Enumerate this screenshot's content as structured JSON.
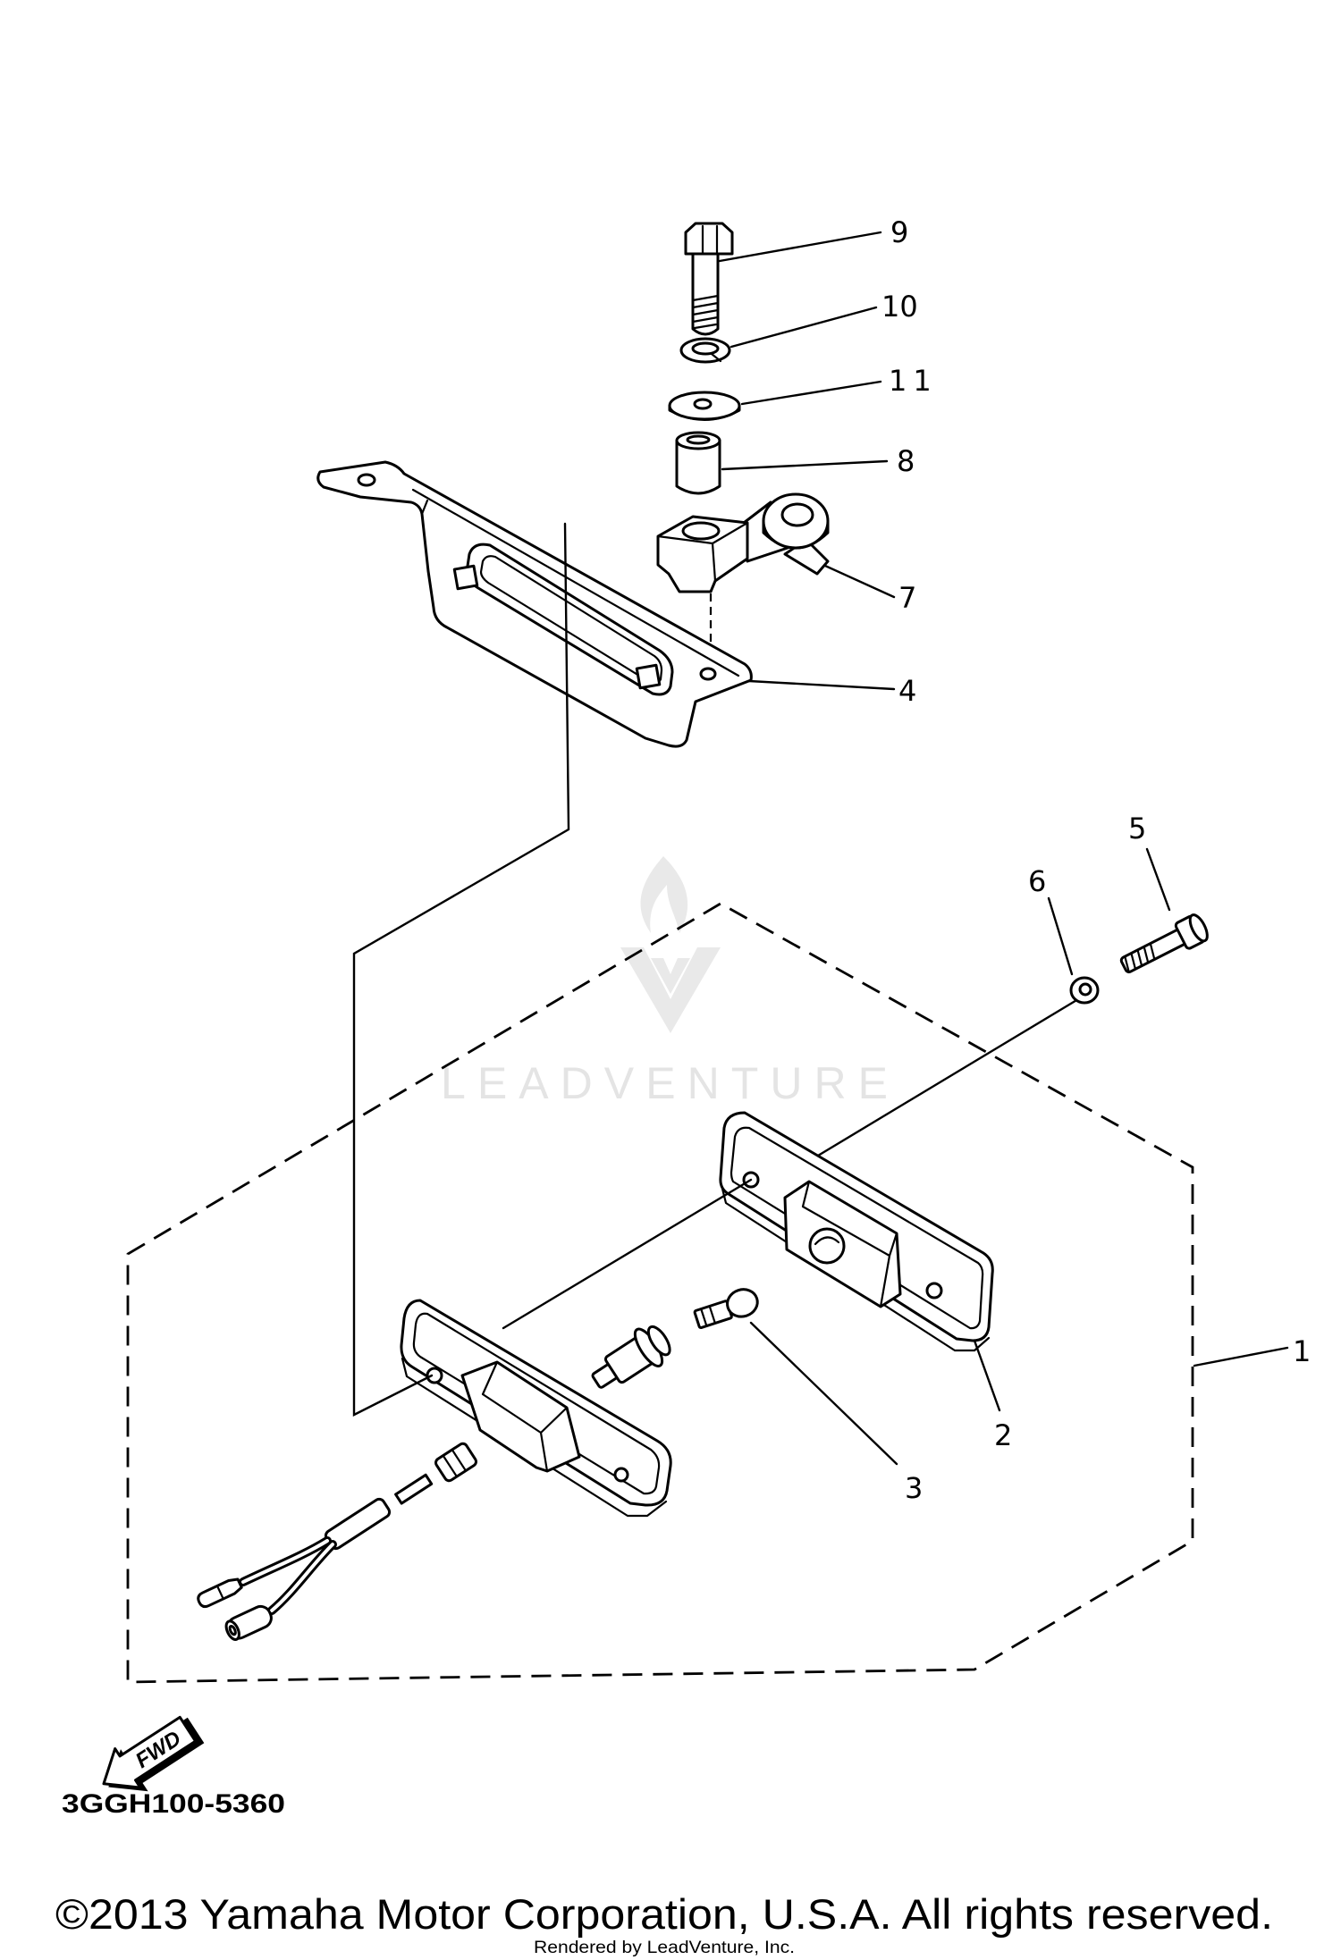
{
  "diagram": {
    "part_labels": {
      "p1": "1",
      "p2": "2",
      "p3": "3",
      "p4": "4",
      "p5": "5",
      "p6": "6",
      "p7": "7",
      "p8": "8",
      "p9": "9",
      "p10": "10",
      "p11": "11"
    },
    "code": "3GGH100-5360",
    "fwd": "FWD"
  },
  "watermark": {
    "text": "LEADVENTURE",
    "logo_icon": "leadventure-logo-icon"
  },
  "footer": {
    "copyright": "©2013 Yamaha Motor Corporation, U.S.A. All rights reserved.",
    "rendered_by": "Rendered by LeadVenture, Inc."
  },
  "colors": {
    "ink": "#000000",
    "background": "#ffffff",
    "watermark": "#e6e6e6"
  }
}
